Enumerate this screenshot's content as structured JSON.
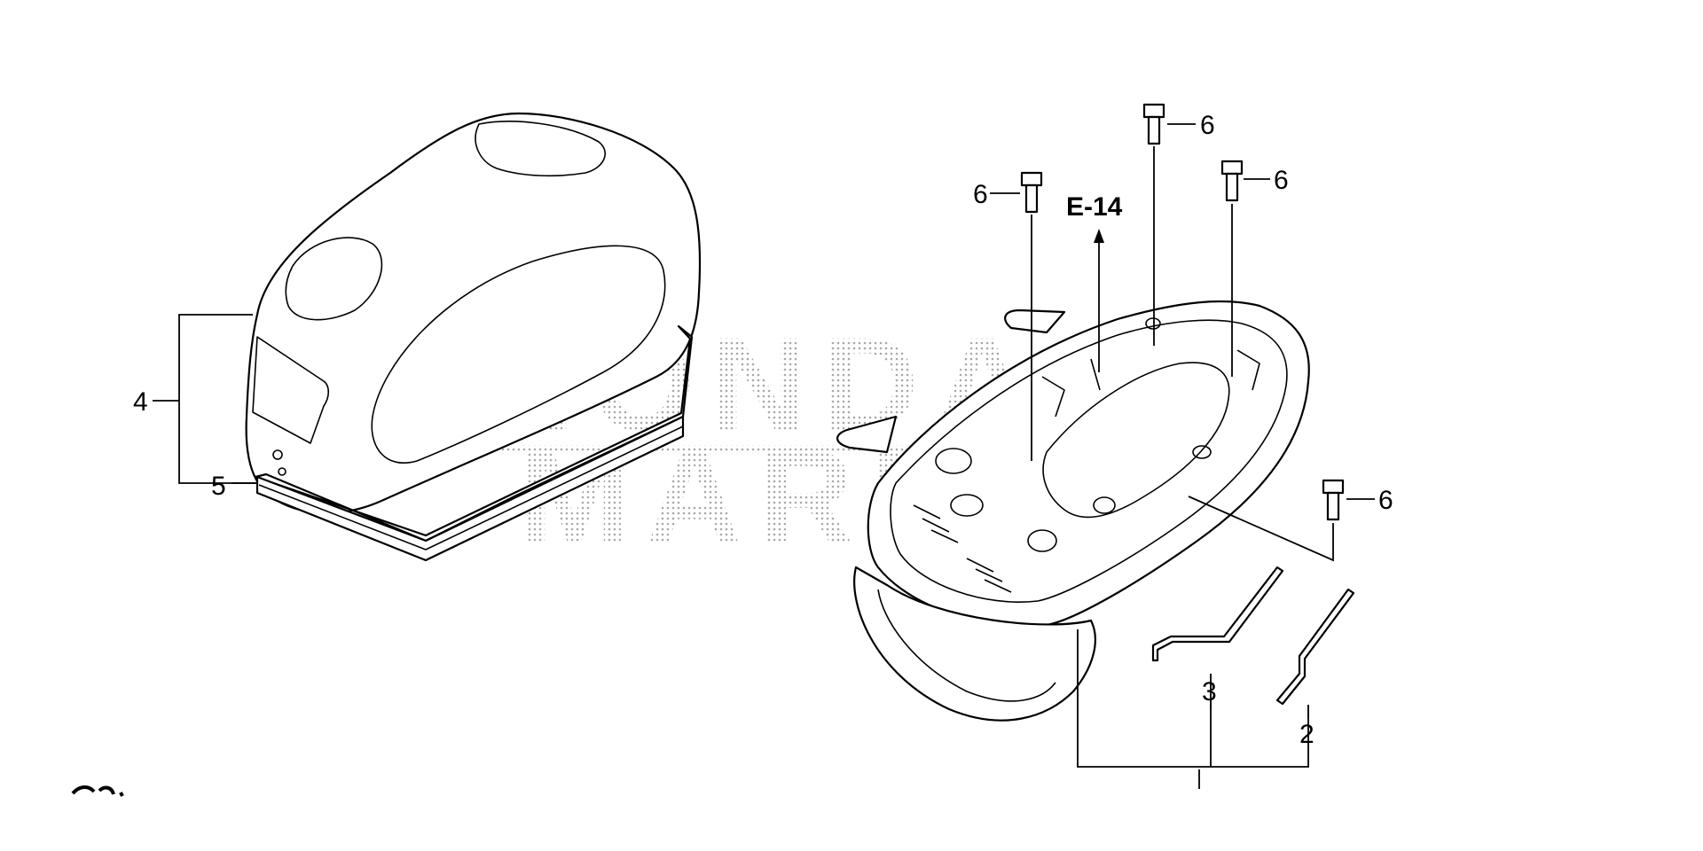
{
  "watermark": {
    "line1": "HONDA",
    "line2": "MARINE"
  },
  "reference": {
    "label": "E-14"
  },
  "callouts": {
    "c2": "2",
    "c3": "3",
    "c4": "4",
    "c5": "5",
    "c6a": "6",
    "c6b": "6",
    "c6c": "6",
    "c6d": "6"
  },
  "colors": {
    "line": "#000000",
    "background": "#ffffff",
    "watermark": "#b0b0b0"
  }
}
